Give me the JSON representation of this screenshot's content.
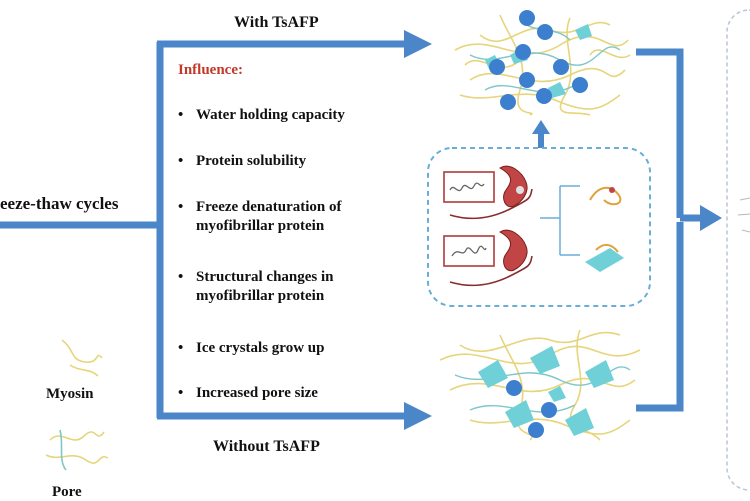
{
  "labels": {
    "with": "With TsAFP",
    "without": "Without TsAFP",
    "process": "eeze-thaw cycles",
    "influence_title": "Influence:",
    "myosin": "Myosin",
    "pore": "Pore"
  },
  "influence_items": [
    [
      "Water holding capacity"
    ],
    [
      "Protein solubility"
    ],
    [
      "Freeze denaturation of",
      "myofibrillar protein"
    ],
    [
      "Structural changes in",
      "myofibrillar protein"
    ],
    [
      "Ice crystals grow up"
    ],
    [
      "Increased pore size"
    ]
  ],
  "colors": {
    "arrow": "#4a86c8",
    "circle": "#3d7fcf",
    "fiber": "#e6d57a",
    "crystal": "#6fd0d8",
    "dashed": "#6aaed6",
    "influence_title": "#c0392b",
    "protein": "#b03a3a"
  }
}
